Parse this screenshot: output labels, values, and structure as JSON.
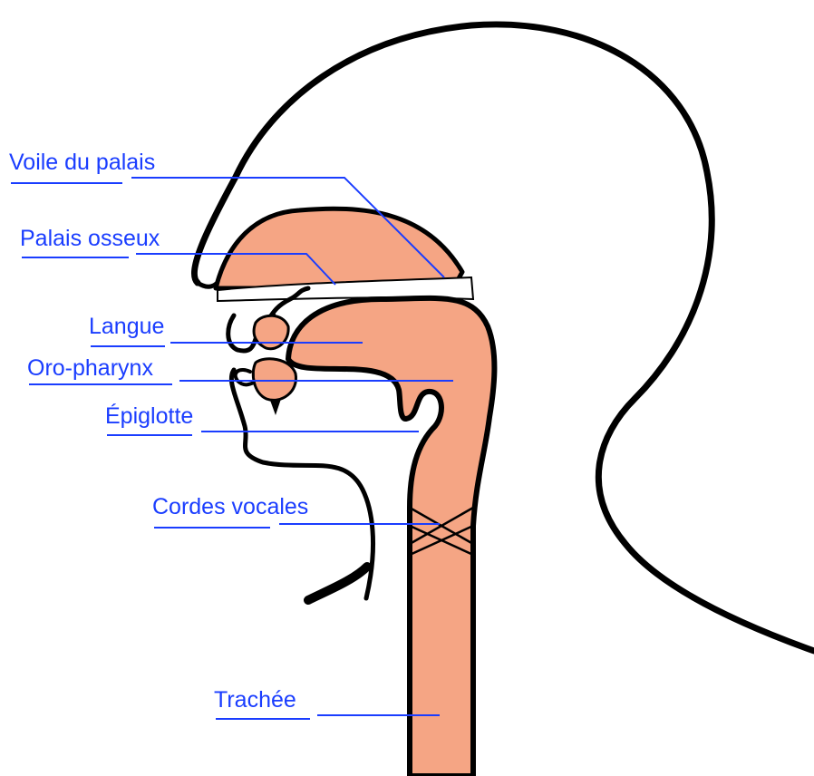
{
  "colors": {
    "tissue": "#f5a584",
    "outline": "#000000",
    "label_text": "#1a3dff",
    "leader_line": "#1a3dff"
  },
  "labels": {
    "voile_du_palais": "Voile du palais",
    "palais_osseux": "Palais osseux",
    "langue": "Langue",
    "oro_pharynx": "Oro-pharynx",
    "epiglotte": "Épiglotte",
    "cordes_vocales": "Cordes vocales",
    "trachee": "Trachée"
  }
}
